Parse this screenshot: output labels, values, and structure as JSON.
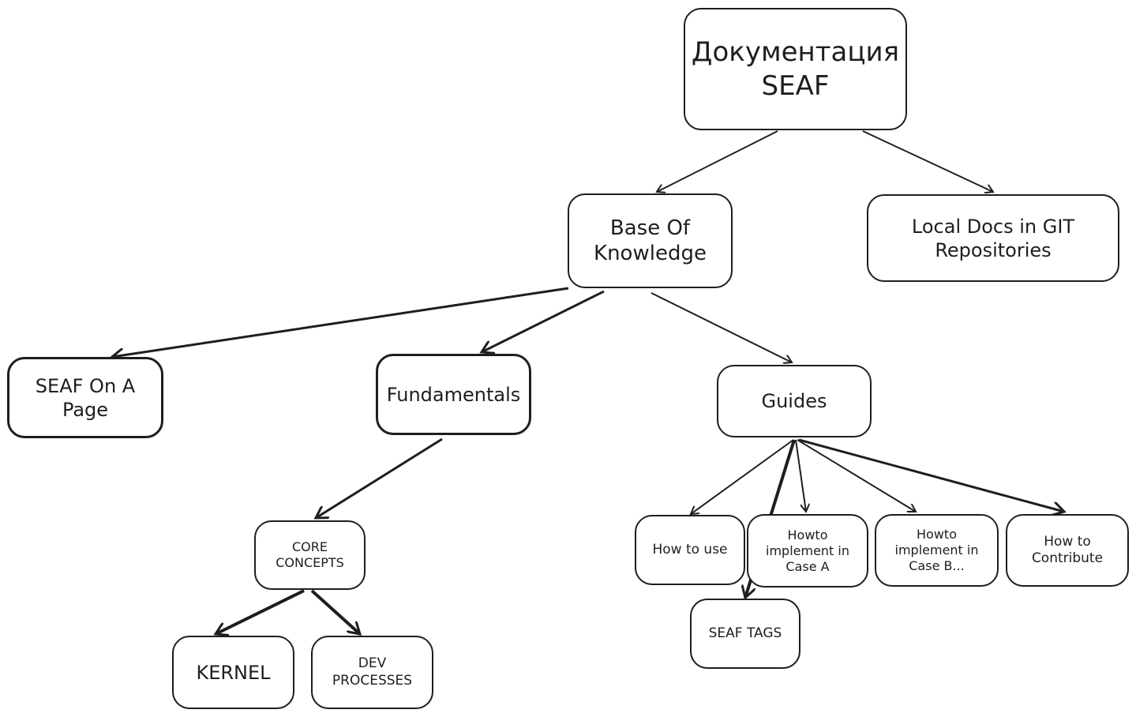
{
  "diagram": {
    "root": {
      "lines": [
        "Документация",
        "SEAF"
      ]
    },
    "base": {
      "lines": [
        "Base Of",
        "Knowledge"
      ]
    },
    "local": {
      "lines": [
        "Local Docs in GIT",
        "Repositories"
      ]
    },
    "onpage": {
      "lines": [
        "SEAF On A",
        "Page"
      ]
    },
    "fundamentals": {
      "lines": [
        "Fundamentals"
      ]
    },
    "guides": {
      "lines": [
        "Guides"
      ]
    },
    "core": {
      "lines": [
        "CORE",
        "CONCEPTS"
      ]
    },
    "kernel": {
      "lines": [
        "KERNEL"
      ]
    },
    "dev": {
      "lines": [
        "DEV",
        "PROCESSES"
      ]
    },
    "howuse": {
      "lines": [
        "How to use"
      ]
    },
    "caseA": {
      "lines": [
        "Howto",
        "implement in",
        "Case A"
      ]
    },
    "caseB": {
      "lines": [
        "Howto",
        "implement in",
        "Case B..."
      ]
    },
    "contribute": {
      "lines": [
        "How to",
        "Contribute"
      ]
    },
    "tags": {
      "lines": [
        "SEAF TAGS"
      ]
    }
  }
}
